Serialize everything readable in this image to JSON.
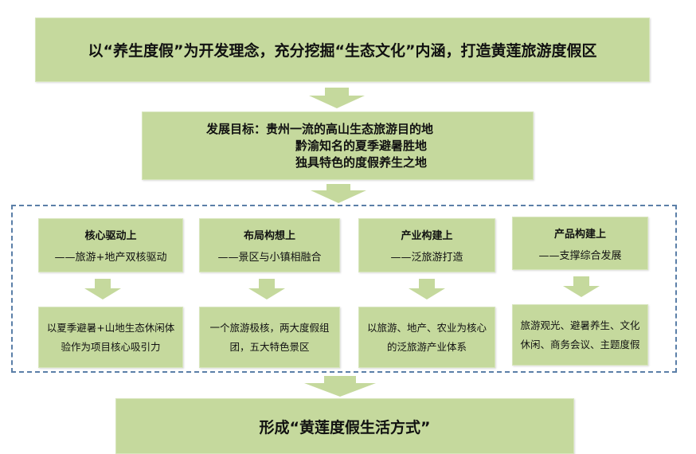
{
  "header": {
    "text": "以“养生度假”为开发理念，充分挖掘“生态文化”内涵，打造黄莲旅游度假区"
  },
  "goals": {
    "label": "发展目标：",
    "items": [
      "贵州一流的高山生态旅游目的地",
      "黔渝知名的夏季避暑胜地",
      "独具特色的度假养生之地"
    ]
  },
  "cards": [
    {
      "title": "核心驱动上",
      "subtitle": "——旅游+地产双核驱动",
      "desc": "以夏季避暑+山地生态休闲体验作为项目核心吸引力"
    },
    {
      "title": "布局构想上",
      "subtitle": "——景区与小镇相融合",
      "desc": "一个旅游极核，两大度假组团，五大特色景区"
    },
    {
      "title": "产业构建上",
      "subtitle": "——泛旅游打造",
      "desc": "以旅游、地产、农业为核心的泛旅游产业体系"
    },
    {
      "title": "产品构建上",
      "subtitle": "——支撑综合发展",
      "desc": "旅游观光、避暑养生、文化休闲、商务会议、主题度假"
    }
  ],
  "footer": {
    "text": "形成“黄莲度假生活方式”"
  },
  "colors": {
    "box": "#c5d99d",
    "dashed": "#5b7fa8"
  }
}
